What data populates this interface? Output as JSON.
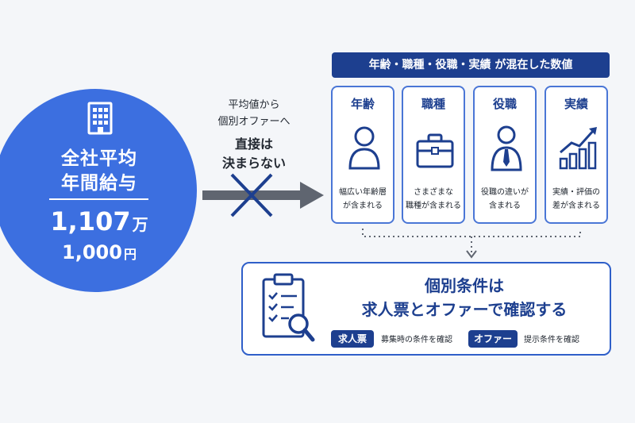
{
  "circle": {
    "title_line1": "全社平均",
    "title_line2": "年間給与",
    "amount_number": "1,107",
    "amount_unit": "万",
    "amount_number2": "1,000",
    "amount_unit2": "円"
  },
  "middle": {
    "line1": "平均値から",
    "line2": "個別オファーへ",
    "line3": "直接は",
    "line4": "決まらない"
  },
  "banner": {
    "text": "年齢・職種・役職・実績 が混在した数値"
  },
  "cards": [
    {
      "title": "年齢",
      "desc1": "幅広い年齢層",
      "desc2": "が含まれる",
      "icon": "person-icon"
    },
    {
      "title": "職種",
      "desc1": "さまざまな",
      "desc2": "職種が含まれる",
      "icon": "briefcase-icon"
    },
    {
      "title": "役職",
      "desc1": "役職の違いが",
      "desc2": "含まれる",
      "icon": "manager-icon"
    },
    {
      "title": "実績",
      "desc1": "実績・評価の",
      "desc2": "差が含まれる",
      "icon": "growth-chart-icon"
    }
  ],
  "panel": {
    "title_line1": "個別条件は",
    "title_line2": "求人票とオファーで確認する",
    "tag1": "求人票",
    "tag1_desc": "募集時の条件を確認",
    "tag2": "オファー",
    "tag2_desc": "提示条件を確認"
  },
  "colors": {
    "navy": "#1d3f8f",
    "blue": "#3c6fe0",
    "card_border": "#4a76d6",
    "arrow_gray": "#5f6570",
    "background": "#f4f6f9"
  }
}
